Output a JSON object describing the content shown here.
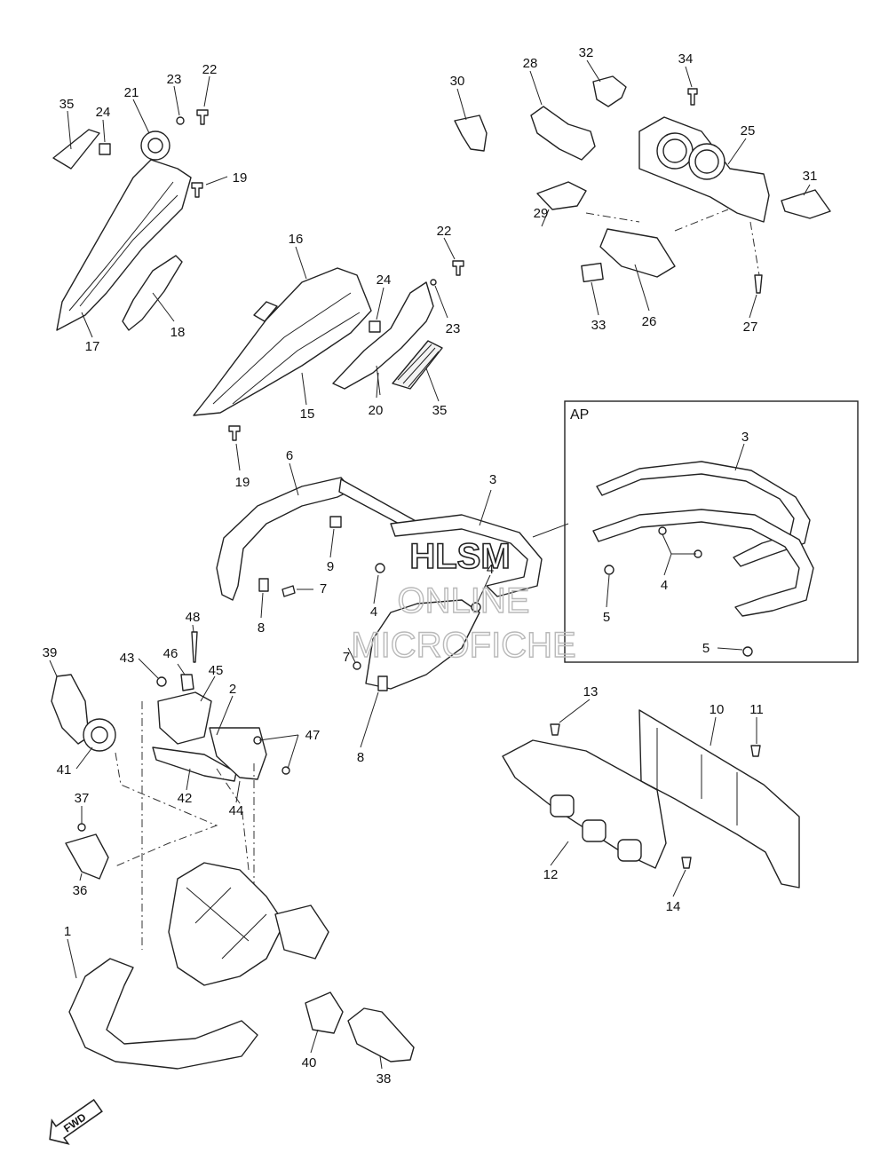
{
  "callouts": [
    {
      "id": "c35a",
      "text": "35"
    },
    {
      "id": "c24a",
      "text": "24"
    },
    {
      "id": "c21",
      "text": "21"
    },
    {
      "id": "c23a",
      "text": "23"
    },
    {
      "id": "c22a",
      "text": "22"
    },
    {
      "id": "c19a",
      "text": "19"
    },
    {
      "id": "c17",
      "text": "17"
    },
    {
      "id": "c18",
      "text": "18"
    },
    {
      "id": "c16",
      "text": "16"
    },
    {
      "id": "c24b",
      "text": "24"
    },
    {
      "id": "c22b",
      "text": "22"
    },
    {
      "id": "c23b",
      "text": "23"
    },
    {
      "id": "c15",
      "text": "15"
    },
    {
      "id": "c20",
      "text": "20"
    },
    {
      "id": "c35b",
      "text": "35"
    },
    {
      "id": "c19b",
      "text": "19"
    },
    {
      "id": "c30",
      "text": "30"
    },
    {
      "id": "c28",
      "text": "28"
    },
    {
      "id": "c32",
      "text": "32"
    },
    {
      "id": "c34",
      "text": "34"
    },
    {
      "id": "c25",
      "text": "25"
    },
    {
      "id": "c31",
      "text": "31"
    },
    {
      "id": "c29",
      "text": "29"
    },
    {
      "id": "c33",
      "text": "33"
    },
    {
      "id": "c26",
      "text": "26"
    },
    {
      "id": "c27",
      "text": "27"
    },
    {
      "id": "c6",
      "text": "6"
    },
    {
      "id": "c3a",
      "text": "3"
    },
    {
      "id": "c9",
      "text": "9"
    },
    {
      "id": "c7a",
      "text": "7"
    },
    {
      "id": "c8a",
      "text": "8"
    },
    {
      "id": "c4a",
      "text": "4"
    },
    {
      "id": "c4b",
      "text": "4"
    },
    {
      "id": "c7b",
      "text": "7"
    },
    {
      "id": "c8b",
      "text": "8"
    },
    {
      "id": "c3b",
      "text": "3"
    },
    {
      "id": "c4c",
      "text": "4"
    },
    {
      "id": "c5a",
      "text": "5"
    },
    {
      "id": "c5b",
      "text": "5"
    },
    {
      "id": "c48",
      "text": "48"
    },
    {
      "id": "c39",
      "text": "39"
    },
    {
      "id": "c43",
      "text": "43"
    },
    {
      "id": "c46",
      "text": "46"
    },
    {
      "id": "c45",
      "text": "45"
    },
    {
      "id": "c2",
      "text": "2"
    },
    {
      "id": "c47",
      "text": "47"
    },
    {
      "id": "c41",
      "text": "41"
    },
    {
      "id": "c42",
      "text": "42"
    },
    {
      "id": "c44",
      "text": "44"
    },
    {
      "id": "c37",
      "text": "37"
    },
    {
      "id": "c36",
      "text": "36"
    },
    {
      "id": "c13",
      "text": "13"
    },
    {
      "id": "c10",
      "text": "10"
    },
    {
      "id": "c11",
      "text": "11"
    },
    {
      "id": "c12",
      "text": "12"
    },
    {
      "id": "c14",
      "text": "14"
    },
    {
      "id": "c1",
      "text": "1"
    },
    {
      "id": "c40",
      "text": "40"
    },
    {
      "id": "c38",
      "text": "38"
    }
  ],
  "inset": {
    "label": "AP"
  },
  "watermark": {
    "line1": "HLSM",
    "line2": "ONLINE",
    "line3": "MICROFICHE"
  },
  "fwd_arrow": {
    "label": "FWD"
  }
}
